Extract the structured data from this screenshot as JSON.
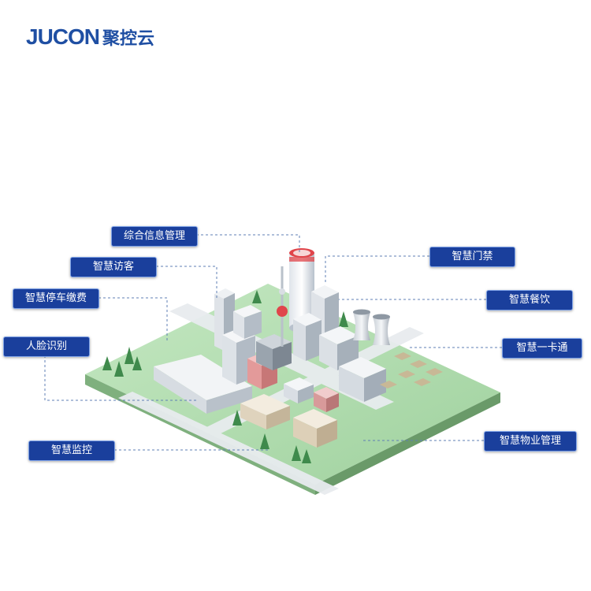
{
  "logo": {
    "latin": "JUCON",
    "chinese": "聚控云"
  },
  "labels": {
    "integrated_info": "综合信息管理",
    "visitor": "智慧访客",
    "parking": "智慧停车缴费",
    "face_recognition": "人脸识别",
    "monitoring": "智慧监控",
    "access_control": "智慧门禁",
    "dining": "智慧餐饮",
    "one_card": "智慧一卡通",
    "property": "智慧物业管理"
  },
  "colors": {
    "brand_blue": "#1f4fa3",
    "label_bg": "#1a3f9c",
    "label_border": "#7fa3e8",
    "leader_line": "#5f7fb5",
    "ground_green": "#a9d9a8",
    "tower_accent": "#e0454b"
  }
}
